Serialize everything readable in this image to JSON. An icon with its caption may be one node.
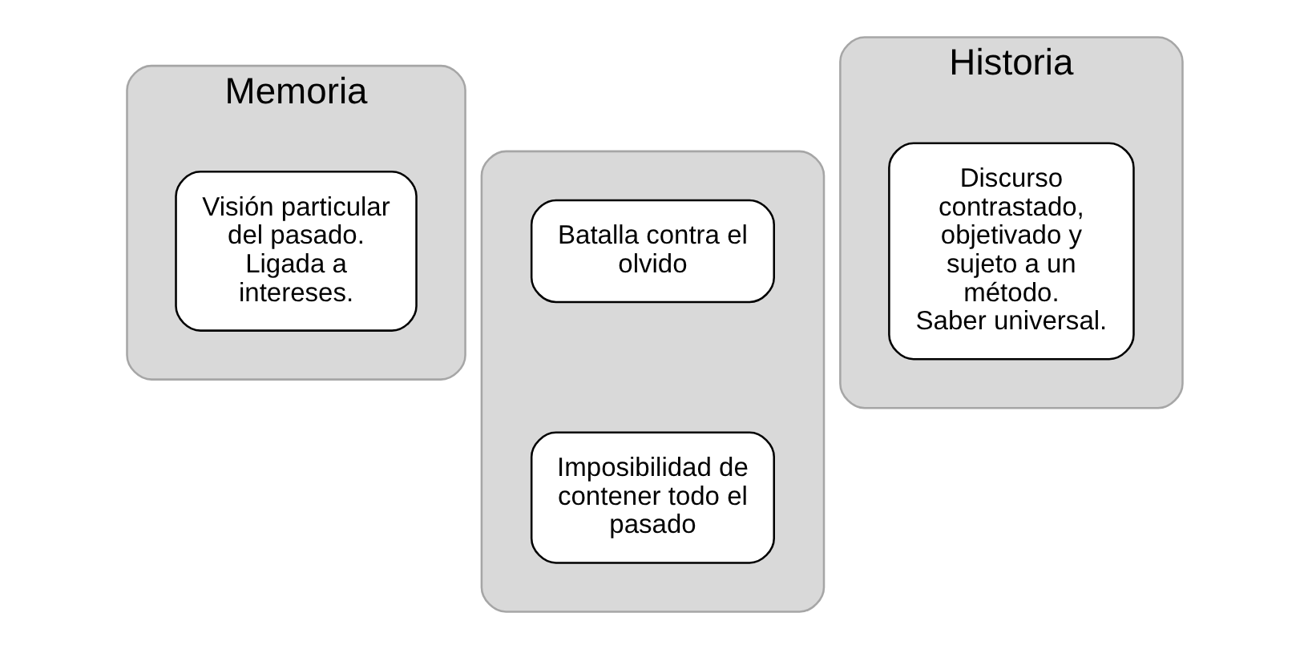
{
  "diagram": {
    "nodes": [
      {
        "text": [
          "Memoria"
        ]
      },
      {
        "text": [
          "Visión particular del pasado.",
          "Ligada a intereses."
        ],
        "in": 0
      },
      {
        "text": [],
        "shape": "box"
      },
      {
        "text": [
          "Batalla contra el olvido"
        ],
        "in": 2
      },
      {
        "text": [
          "Imposibilidad de contener todo el pasado"
        ],
        "in": 2
      },
      {
        "text": [
          "Historia"
        ]
      },
      {
        "text": [
          "Discurso contrastado, objetivado y sujeto a un método.",
          "Saber universal."
        ],
        "in": 5
      }
    ]
  }
}
